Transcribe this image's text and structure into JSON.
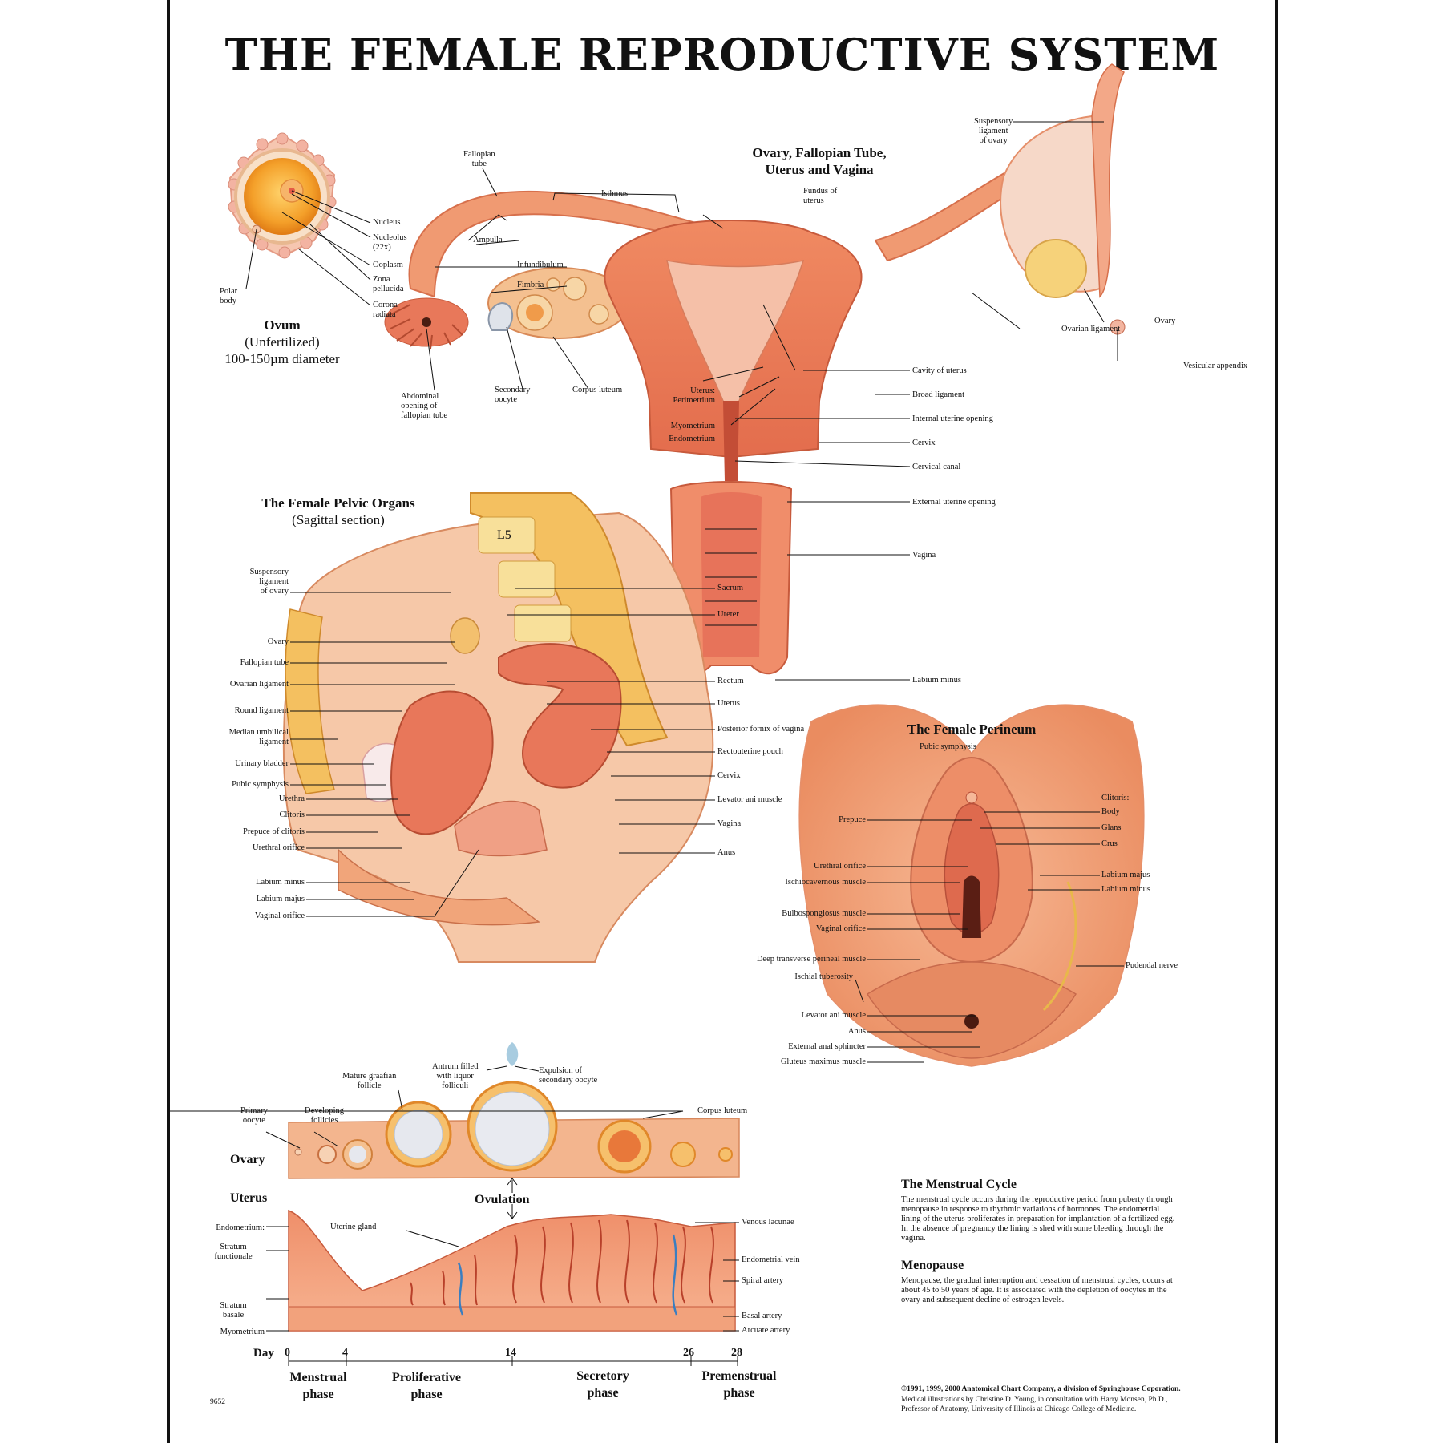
{
  "title": "THE FEMALE REPRODUCTIVE SYSTEM",
  "ovum": {
    "heading": "Ovum",
    "subheading": "(Unfertilized)",
    "size": "100-150µm diameter",
    "labels": [
      "Nucleus",
      "Nucleolus\n(22x)",
      "Ooplasm",
      "Zona\npellucida",
      "Corona\nradiata",
      "Polar\nbody"
    ]
  },
  "uterus_view": {
    "heading": "Ovary, Fallopian Tube,\nUterus and Vagina",
    "labels_top": [
      "Fallopian\ntube",
      "Isthmus",
      "Fundus of\nuterus",
      "Suspensory\nligament\nof ovary",
      "Ampulla",
      "Infundibulum",
      "Fimbria",
      "Ovarian ligament",
      "Ovary",
      "Vesicular appendix",
      "Abdominal\nopening of\nfallopian tube",
      "Secondary\noocyte",
      "Corpus luteum",
      "Uterus:\nPerimetrium",
      "Myometrium",
      "Endometrium"
    ],
    "labels_right": [
      "Cavity of uterus",
      "Broad ligament",
      "Internal uterine opening",
      "Cervix",
      "Cervical canal",
      "External uterine opening",
      "Vagina",
      "Labium minus"
    ]
  },
  "pelvic": {
    "heading": "The Female Pelvic Organs",
    "subheading": "(Sagittal section)",
    "vertebra": "L5",
    "labels_left": [
      "Suspensory\nligament\nof ovary",
      "Ovary",
      "Fallopian tube",
      "Ovarian ligament",
      "Round ligament",
      "Median umbilical\nligament",
      "Urinary bladder",
      "Pubic symphysis",
      "Urethra",
      "Clitoris",
      "Prepuce of clitoris",
      "Urethral orifice",
      "Labium minus",
      "Labium majus",
      "Vaginal orifice"
    ],
    "labels_right": [
      "Sacrum",
      "Ureter",
      "Rectum",
      "Uterus",
      "Posterior fornix of vagina",
      "Rectouterine pouch",
      "Cervix",
      "Levator ani muscle",
      "Vagina",
      "Anus"
    ]
  },
  "perineum": {
    "heading": "The Female Perineum",
    "labels_top": [
      "Pubic symphysis"
    ],
    "labels_left": [
      "Prepuce",
      "Urethral orifice",
      "Ischiocavernous muscle",
      "Bulbospongiosus muscle",
      "Vaginal orifice",
      "Deep transverse perineal muscle",
      "Ischial tuberosity",
      "Levator ani muscle",
      "Anus",
      "External anal sphincter",
      "Gluteus maximus muscle"
    ],
    "labels_right": [
      "Clitoris:",
      "Body",
      "Glans",
      "Crus",
      "Labium majus",
      "Labium minus",
      "Pudendal nerve"
    ]
  },
  "cycle": {
    "ovary_label": "Ovary",
    "uterus_label": "Uterus",
    "ovulation": "Ovulation",
    "ovary_labels": [
      "Primary\noocyte",
      "Developing\nfollicles",
      "Mature graafian\nfollicle",
      "Antrum filled\nwith liquor\nfolliculi",
      "Expulsion of\nsecondary oocyte",
      "Corpus luteum"
    ],
    "uterus_left": [
      "Endometrium:",
      "Stratum\nfunctionale",
      "Stratum\nbasale",
      "Myometrium"
    ],
    "uterus_labels": [
      "Uterine gland",
      "Venous lacunae",
      "Endometrial vein",
      "Spiral artery",
      "Basal artery",
      "Arcuate artery"
    ],
    "day_label": "Day",
    "days": [
      "0",
      "4",
      "14",
      "26",
      "28"
    ],
    "phases": [
      "Menstrual\nphase",
      "Proliferative\nphase",
      "Secretory\nphase",
      "Premenstrual\nphase"
    ]
  },
  "info": {
    "menstrual_title": "The Menstrual Cycle",
    "menstrual_text": "The menstrual cycle occurs during the reproductive period from puberty through menopause in response to rhythmic variations of hormones. The endometrial lining of the uterus proliferates in preparation for implantation of a fertilized egg. In the absence of pregnancy the lining is shed with some bleeding through the vagina.",
    "menopause_title": "Menopause",
    "menopause_text": "Menopause, the gradual interruption and cessation of menstrual cycles, occurs at about 45 to 50 years of age. It is associated with the depletion of oocytes in the ovary and subsequent decline of estrogen levels."
  },
  "footer": {
    "code": "9652",
    "copyright": "©1991, 1999, 2000 Anatomical Chart Company, a division of Springhouse Coporation.",
    "credit1": "Medical illustrations by Christine D. Young, in consultation with Harry Monsen, Ph.D.,",
    "credit2": "Professor of Anatomy, University of Illinois at Chicago College of Medicine."
  },
  "colors": {
    "flesh": "#f1a57a",
    "tissue": "#e9785a",
    "deep": "#c9563c",
    "bone": "#f4c060",
    "light": "#fbe3cf"
  }
}
